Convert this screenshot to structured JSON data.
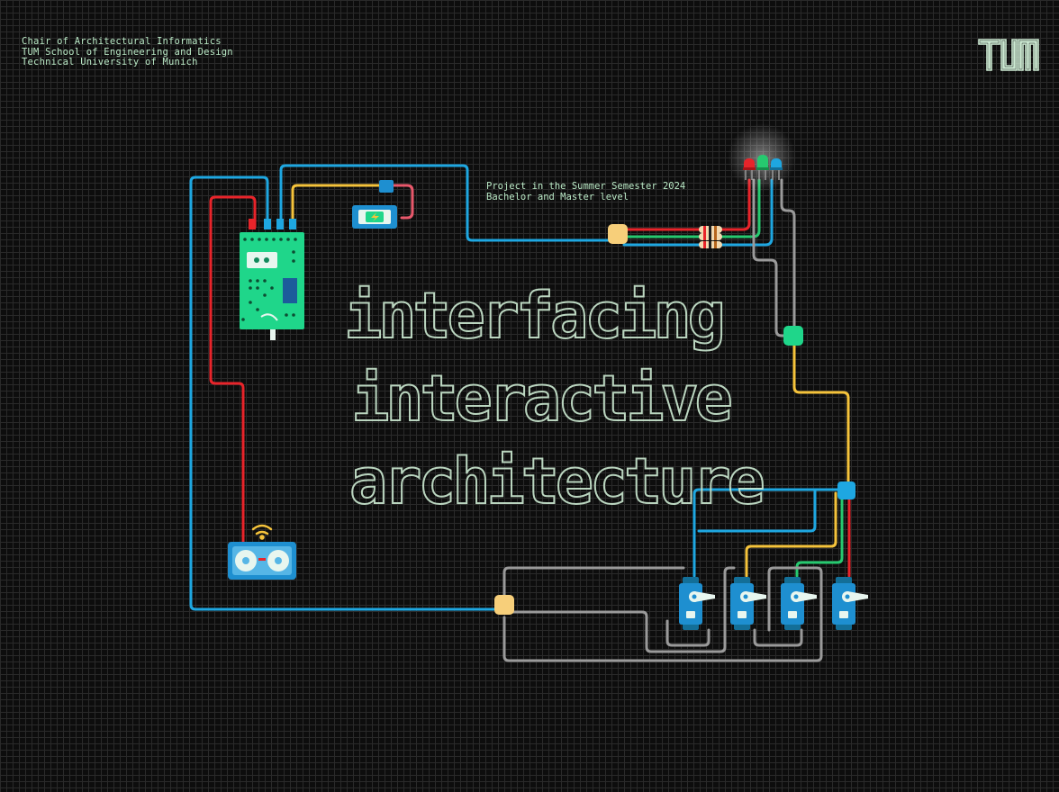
{
  "affiliation": {
    "line1": "Chair of Architectural Informatics",
    "line2": "TUM School of Engineering and Design",
    "line3": "Technical University of Munich"
  },
  "logo_text": "TUM",
  "project": {
    "line1": "Project in the Summer Semester 2024",
    "line2": "Bachelor and Master level"
  },
  "title": {
    "line1": "interfacing",
    "line2": "interactive",
    "line3": "architecture"
  },
  "colors": {
    "background": "#0d0d0d",
    "grid": "#2a2a2a",
    "text": "#b9e8c5",
    "wire_blue": "#1ea7e1",
    "wire_red": "#e8242a",
    "wire_yellow": "#f5c33b",
    "wire_green": "#26c96f",
    "wire_gray": "#9a9a9a",
    "board_green": "#1fd68a",
    "servo_blue": "#1e8fd0",
    "node_yellow": "#f7cf7a",
    "node_green": "#1fd68a",
    "node_blue": "#1ea7e1"
  },
  "icons": [
    "microcontroller-board-icon",
    "battery-module-icon",
    "rgb-led-icon",
    "resistor-icon",
    "ultrasonic-sensor-icon",
    "servo-motor-icon",
    "wifi-signal-icon",
    "tum-logo-icon"
  ]
}
